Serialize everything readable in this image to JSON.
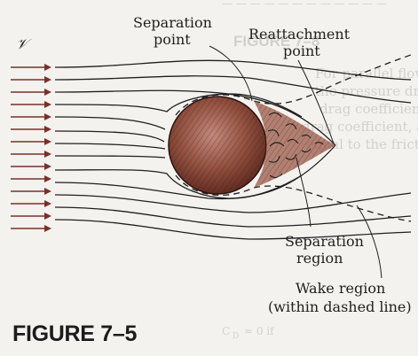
{
  "figure": {
    "velocity_symbol": "𝒱",
    "labels": {
      "separation_point": [
        "Separation",
        "point"
      ],
      "reattachment_point": [
        "Reattachment",
        "point"
      ],
      "separation_region": [
        "Separation",
        "region"
      ],
      "wake_region": [
        "Wake region",
        "(within dashed line)"
      ]
    },
    "caption": "FIGURE 7–5"
  },
  "colors": {
    "arrows": "#7a3028",
    "cylinder": "#8a4334",
    "page": "#f4f2ef",
    "ink": "#1f1f1f"
  },
  "icons": {
    "flow_arrow": "arrow-right",
    "body": "cylinder-cross-section"
  }
}
